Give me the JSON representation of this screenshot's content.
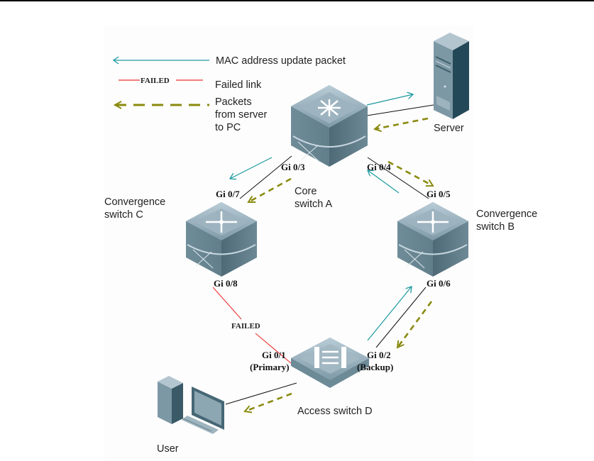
{
  "legend": {
    "mac_update": {
      "label": "MAC address update packet",
      "color": "#1c9aa0"
    },
    "failed": {
      "tag": "FAILED",
      "label": "Failed link",
      "color": "#ee3333"
    },
    "packets": {
      "label_lines": [
        "Packets",
        "from server",
        "to PC"
      ],
      "color": "#8a8a10"
    }
  },
  "nodes": {
    "server": {
      "label": "Server"
    },
    "core": {
      "label_lines": [
        "Core",
        "switch A"
      ]
    },
    "conv_c": {
      "label_lines": [
        "Convergence",
        "switch C"
      ]
    },
    "conv_b": {
      "label_lines": [
        "Convergence",
        "switch B"
      ]
    },
    "access_d": {
      "label": "Access switch D"
    },
    "user": {
      "label": "User"
    }
  },
  "ports": {
    "core_c": "Gi 0/3",
    "core_b": "Gi 0/4",
    "c_up": "Gi 0/7",
    "b_up": "Gi 0/5",
    "c_down": "Gi 0/8",
    "b_down": "Gi 0/6",
    "d_primary": "Gi 0/1",
    "d_primary_note": "(Primary)",
    "d_backup": "Gi 0/2",
    "d_backup_note": "(Backup)"
  },
  "links": {
    "failed_tag": "FAILED"
  },
  "colors": {
    "link": "#111111",
    "mac_update": "#1c9aa0",
    "failed": "#ee3333",
    "packets": "#8a8a10",
    "device_top": "#8fa9b6",
    "device_side": "#5f7c8a",
    "device_dark": "#45606d"
  }
}
